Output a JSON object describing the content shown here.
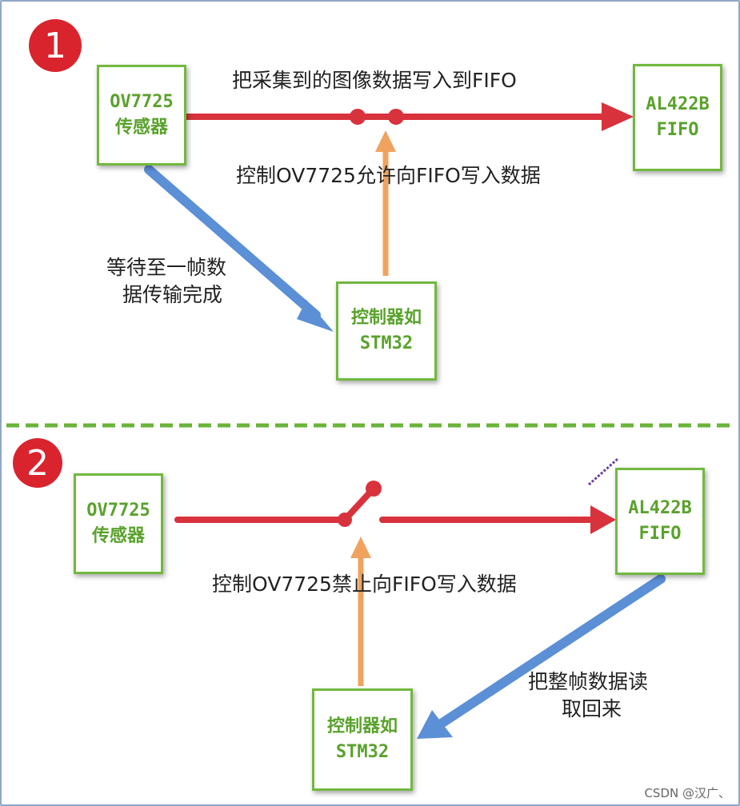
{
  "section1": {
    "step": "1",
    "sensor": {
      "line1": "OV7725",
      "line2": "传感器"
    },
    "fifo": {
      "line1": "AL422B",
      "line2": "FIFO"
    },
    "controller": {
      "line1": "控制器如",
      "line2": "STM32"
    },
    "write_label": "把采集到的图像数据写入到FIFO",
    "allow_label": "控制OV7725允许向FIFO写入数据",
    "wait_label": {
      "line1": "等待至一帧数",
      "line2": "据传输完成"
    }
  },
  "section2": {
    "step": "2",
    "sensor": {
      "line1": "OV7725",
      "line2": "传感器"
    },
    "fifo": {
      "line1": "AL422B",
      "line2": "FIFO"
    },
    "controller": {
      "line1": "控制器如",
      "line2": "STM32"
    },
    "forbid_label": "控制OV7725禁止向FIFO写入数据",
    "read_label": {
      "line1": "把整帧数据读",
      "line2": "取回来"
    }
  },
  "watermark": "CSDN @汉广、",
  "colors": {
    "red_arrow": "#d8323c",
    "blue_arrow": "#5b8fd6",
    "orange_arrow": "#f0a35e",
    "box_border": "#72b83f",
    "step_circle": "#d9242e",
    "divider": "#6ab43a"
  }
}
